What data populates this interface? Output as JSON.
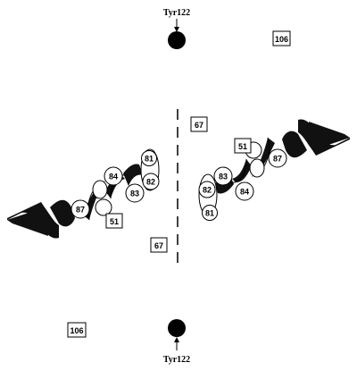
{
  "tyrosine_top": "Tyr122",
  "tyrosine_bottom": "Tyr122",
  "boxed_labels": {
    "top_right": "106",
    "bottom_left": "106",
    "upper_center": "67",
    "lower_center": "67",
    "left_helix": "51",
    "right_helix": "51"
  },
  "left_helix_residues": {
    "r81": "81",
    "r82": "82",
    "r83": "83",
    "r84": "84",
    "r87": "87"
  },
  "right_helix_residues": {
    "r81": "81",
    "r82": "82",
    "r83": "83",
    "r84": "84",
    "r87": "87"
  },
  "colors": {
    "ribbon": "#111111",
    "ink": "#000000",
    "background": "#ffffff"
  }
}
